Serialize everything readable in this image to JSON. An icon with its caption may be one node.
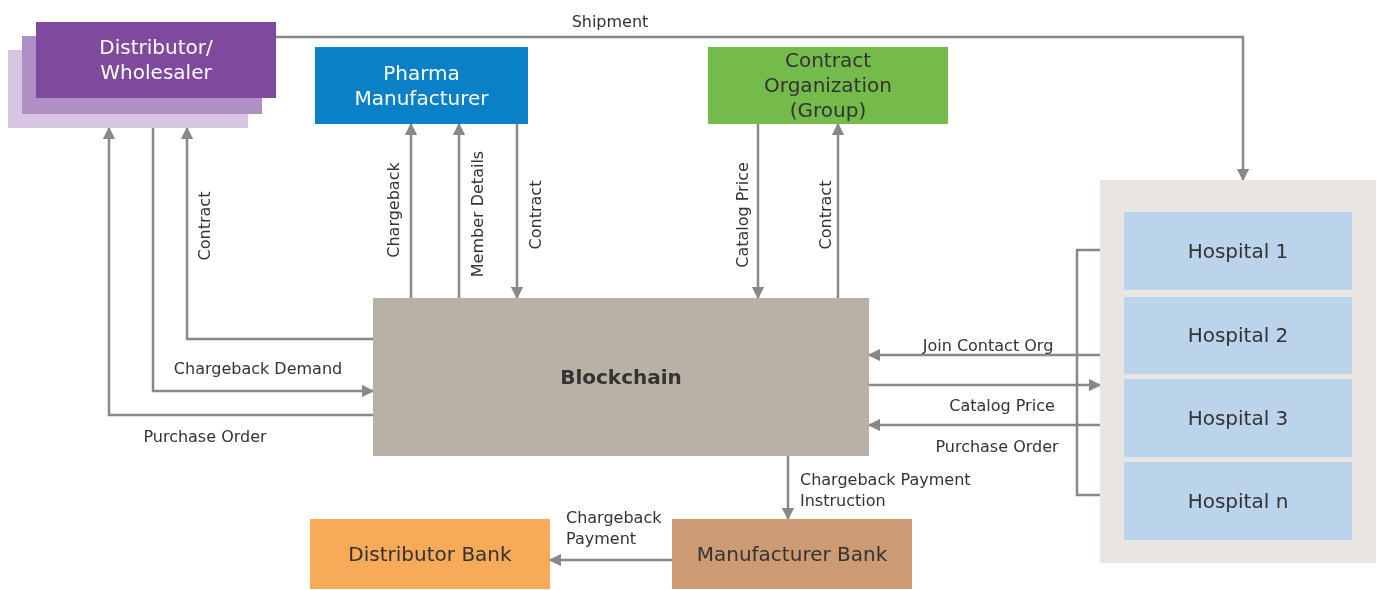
{
  "diagram": {
    "nodes": [
      {
        "text": [
          "Distributor/ Wholesaler"
        ]
      },
      {
        "text": [
          "Pharma Manufacturer"
        ]
      },
      {
        "text": [
          "Contract Organization (Group)"
        ]
      },
      {
        "text": [],
        "shape": "box"
      },
      {
        "text": [
          "Hospital 1"
        ],
        "in": 3
      },
      {
        "text": [
          "Hospital 2"
        ],
        "in": 3
      },
      {
        "text": [
          "Hospital 3"
        ],
        "in": 3
      },
      {
        "text": [
          "Hospital n"
        ],
        "in": 3
      },
      {
        "text": [
          "Blockchain"
        ]
      },
      {
        "text": [
          "Distributor Bank"
        ]
      },
      {
        "text": [
          "Manufacturer Bank"
        ]
      }
    ],
    "edges": [
      {
        "from": 0,
        "to": 3,
        "arrow": "to",
        "label": "Shipment"
      },
      {
        "from": 8,
        "to": 0,
        "arrow": "to",
        "label": "Contract"
      },
      {
        "from": 0,
        "to": 8,
        "arrow": "to",
        "label": "Chargeback Demand"
      },
      {
        "from": 8,
        "to": 0,
        "arrow": "to",
        "label": "Purchase Order"
      },
      {
        "from": 8,
        "to": 1,
        "arrow": "to",
        "label": "Chargeback"
      },
      {
        "from": 8,
        "to": 1,
        "arrow": "to",
        "label": "Member Details"
      },
      {
        "from": 1,
        "to": 8,
        "arrow": "to",
        "label": "Contract"
      },
      {
        "from": 2,
        "to": 8,
        "arrow": "to",
        "label": "Catalog Price"
      },
      {
        "from": 8,
        "to": 2,
        "arrow": "to",
        "label": "Contract"
      },
      {
        "from": 3,
        "to": 8,
        "arrow": "to",
        "label": "Join Contact Org"
      },
      {
        "from": 8,
        "to": 3,
        "arrow": "to",
        "label": "Catalog Price"
      },
      {
        "from": 3,
        "to": 8,
        "arrow": "to",
        "label": "Purchase Order"
      },
      {
        "from": 8,
        "to": 10,
        "arrow": "to",
        "label": "Chargeback Payment Instruction"
      },
      {
        "from": 10,
        "to": 9,
        "arrow": "to",
        "label": "Chargeback Payment"
      }
    ]
  }
}
